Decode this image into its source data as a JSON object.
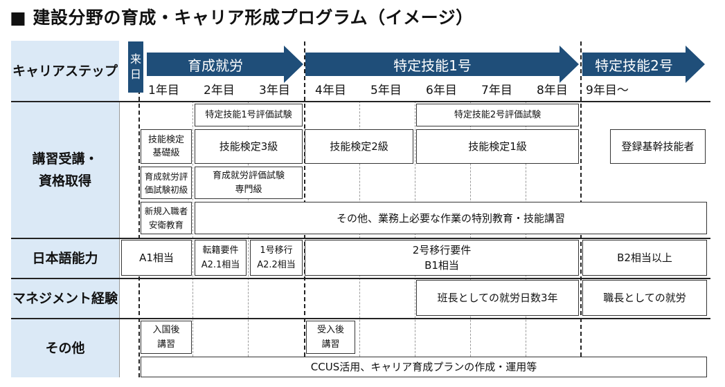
{
  "title": "■ 建設分野の育成・キャリア形成プログラム（イメージ）",
  "row_labels": {
    "career": "キャリアステップ",
    "training": "講習受講・\n資格取得",
    "japanese": "日本語能力",
    "management": "マネジメント経験",
    "other": "その他"
  },
  "arrival": "来\n日",
  "arrows": {
    "ikusei": "育成就労",
    "tokutei1": "特定技能1号",
    "tokutei2": "特定技能2号"
  },
  "years": [
    "1年目",
    "2年目",
    "3年目",
    "4年目",
    "5年目",
    "6年目",
    "7年目",
    "8年目",
    "9年目～"
  ],
  "training": {
    "tokutei1_exam": "特定技能1号評価試験",
    "tokutei2_exam": "特定技能2号評価試験",
    "ginou_kiso": "技能検定\n基礎級",
    "ginou3": "技能検定3級",
    "ginou2": "技能検定2級",
    "ginou1": "技能検定1級",
    "kikan": "登録基幹技能者",
    "ikusei_shokyu": "育成就労評\n価試験初級",
    "ikusei_senmon": "育成就労評価試験\n専門級",
    "shinki": "新規入職者\n安衛教育",
    "sonota_kyoiku": "その他、業務上必要な作業の特別教育・技能講習"
  },
  "japanese": {
    "a1": "A1相当",
    "tenseki": "転籍要件\nA2.1相当",
    "iko1": "1号移行\nA2.2相当",
    "iko2": "2号移行要件\nB1相当",
    "b2": "B2相当以上"
  },
  "management": {
    "hancho": "班長としての就労日数3年",
    "shokucho": "職長としての就労"
  },
  "other": {
    "nyukoku": "入国後\n講習",
    "ukeire": "受入後\n講習",
    "ccus": "CCUS活用、キャリア育成プランの作成・運用等"
  },
  "colors": {
    "arrow": "#1f4e79",
    "label_bg": "#dbe9f6"
  }
}
